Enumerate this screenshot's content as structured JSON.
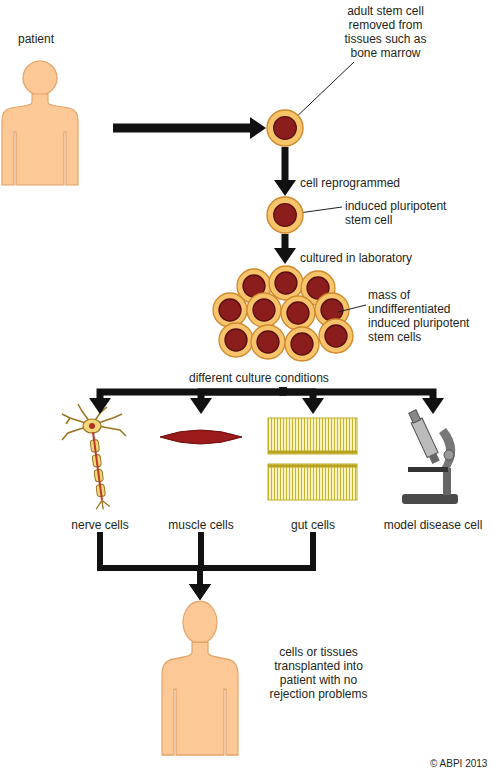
{
  "diagram": {
    "nodes": [
      {
        "text": [
          "patient"
        ]
      },
      {
        "text": [
          "adult stem cell removed from tissues such as bone marrow"
        ]
      },
      {
        "text": [
          "induced pluripotent stem cell"
        ]
      },
      {
        "text": [
          "mass of undifferentiated induced pluripotent stem cells"
        ]
      },
      {
        "text": [
          "nerve cells"
        ]
      },
      {
        "text": [
          "muscle cells"
        ]
      },
      {
        "text": [
          "gut cells"
        ]
      },
      {
        "text": [
          "model disease cell"
        ]
      },
      {
        "text": [
          "cells or tissues transplanted into patient with no rejection problems"
        ]
      }
    ],
    "edges": [
      {
        "from": 0,
        "to": 1,
        "arrow": "to"
      },
      {
        "from": 1,
        "to": 2,
        "label": "cell reprogrammed",
        "arrow": "to"
      },
      {
        "from": 2,
        "to": 3,
        "label": "cultured in laboratory",
        "arrow": "to"
      },
      {
        "from": 3,
        "to": 4,
        "arrow": "to"
      },
      {
        "from": 3,
        "to": 5,
        "arrow": "to"
      },
      {
        "from": 3,
        "to": 6,
        "arrow": "to"
      },
      {
        "from": 3,
        "to": 7,
        "arrow": "to"
      },
      {
        "from": 4,
        "to": 8,
        "arrow": "to"
      },
      {
        "from": 5,
        "to": 8,
        "arrow": "to"
      },
      {
        "from": 6,
        "to": 8,
        "arrow": "to"
      }
    ],
    "labels": [
      "different culture conditions",
      "© ABPI 2013"
    ]
  }
}
